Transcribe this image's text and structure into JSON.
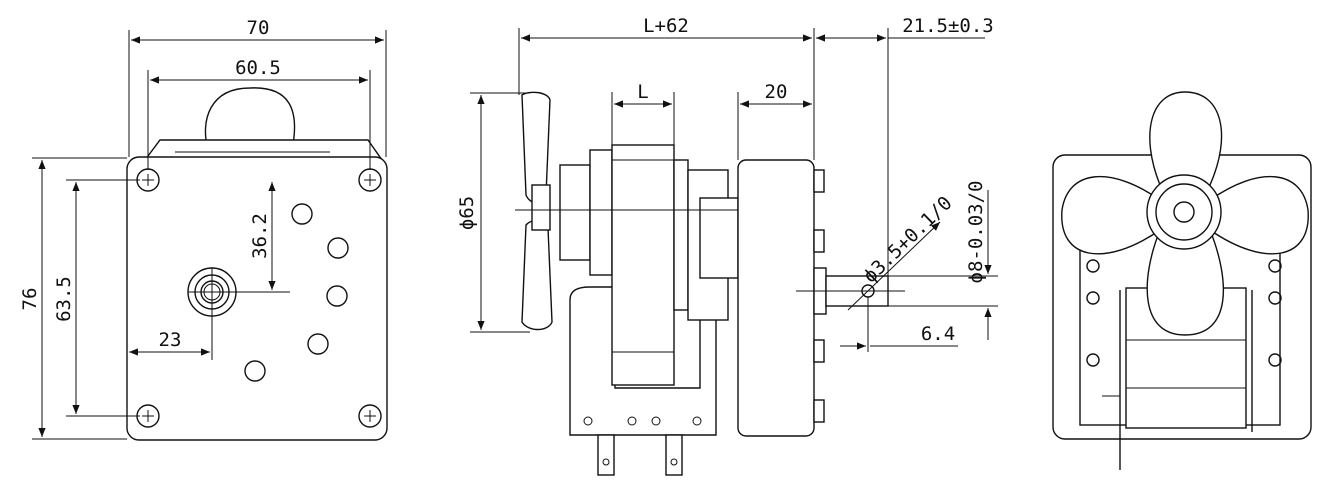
{
  "drawing": {
    "front_view": {
      "dims": {
        "width_overall": "70",
        "width_holes": "60.5",
        "height_overall": "76",
        "height_holes": "63.5",
        "shaft_x": "23",
        "shaft_y": "36.2"
      }
    },
    "side_view": {
      "dims": {
        "length_total": "L+62",
        "shaft_length": "21.5±0.3",
        "core_width": "L",
        "gearbox_depth": "20",
        "fan_diameter": "ϕ65",
        "hole_diameter": "ϕ3.5+0.1/0",
        "shaft_diameter": "ϕ8-0.03/0",
        "flat": "6.4"
      }
    }
  },
  "colors": {
    "line": "#111111",
    "background": "#ffffff"
  }
}
